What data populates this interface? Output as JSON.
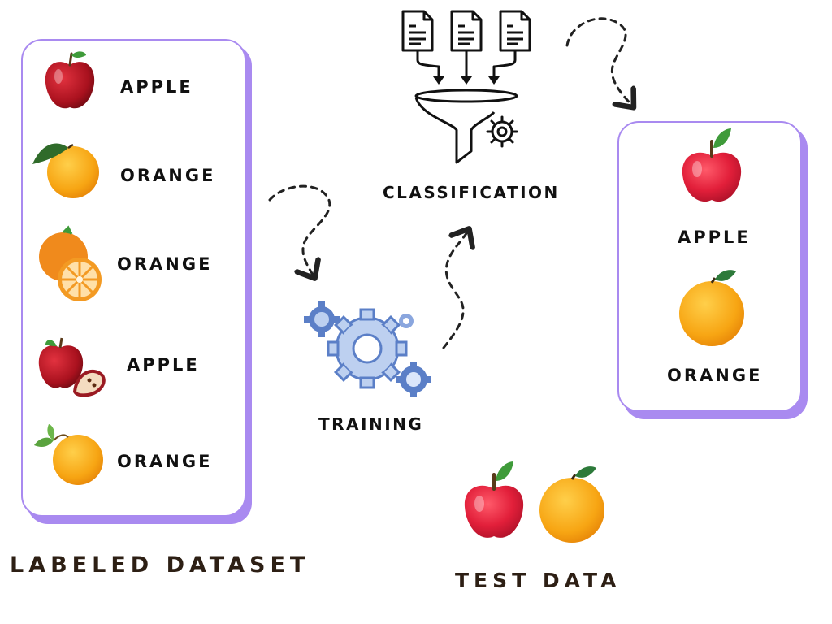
{
  "dataset": {
    "caption": "LABELED DATASET",
    "items": [
      {
        "fruit": "apple",
        "label": "APPLE"
      },
      {
        "fruit": "orange",
        "label": "ORANGE"
      },
      {
        "fruit": "orange-sliced",
        "label": "ORANGE"
      },
      {
        "fruit": "apple-sliced",
        "label": "APPLE"
      },
      {
        "fruit": "orange-leaf",
        "label": "ORANGE"
      }
    ]
  },
  "training": {
    "label": "TRAINING",
    "icon": "gears-icon"
  },
  "classification": {
    "label": "CLASSIFICATION",
    "icon": "funnel-icon"
  },
  "results": {
    "items": [
      {
        "fruit": "apple",
        "label": "APPLE"
      },
      {
        "fruit": "orange",
        "label": "ORANGE"
      }
    ]
  },
  "test_data": {
    "caption": "TEST DATA"
  },
  "colors": {
    "panel_border": "#a98af0",
    "caption": "#2d1f14",
    "gear": "#5b7fc7",
    "apple_red": "#e21f3a",
    "orange": "#f7a513"
  }
}
